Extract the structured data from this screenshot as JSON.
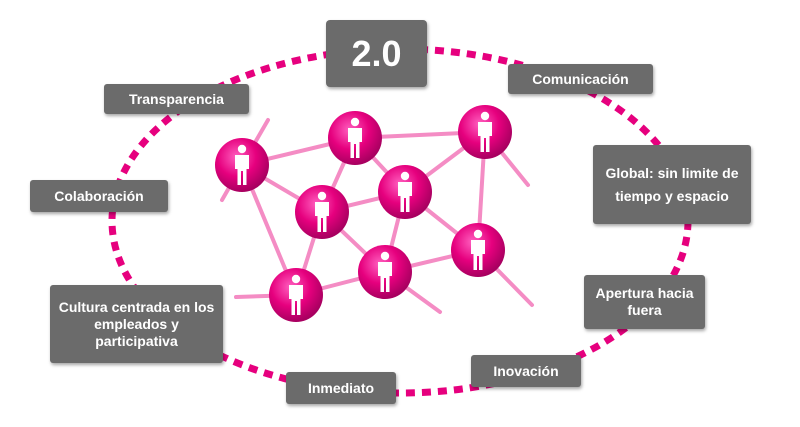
{
  "center_label": "2.0",
  "concepts": [
    "Comunicación",
    "Global: sin limite de tiempo y espacio",
    "Apertura hacia fuera",
    "Inovación",
    "Inmediato",
    "Cultura centrada en los empleados y participativa",
    "Colaboración",
    "Transparencia"
  ],
  "colors": {
    "accent": "#e6007e",
    "node_dark": "#b8006a",
    "link": "#f080bd",
    "box": "#6b6b6b",
    "box_text": "#ffffff"
  },
  "network": {
    "people_count": 8,
    "icon": "person-icon"
  }
}
